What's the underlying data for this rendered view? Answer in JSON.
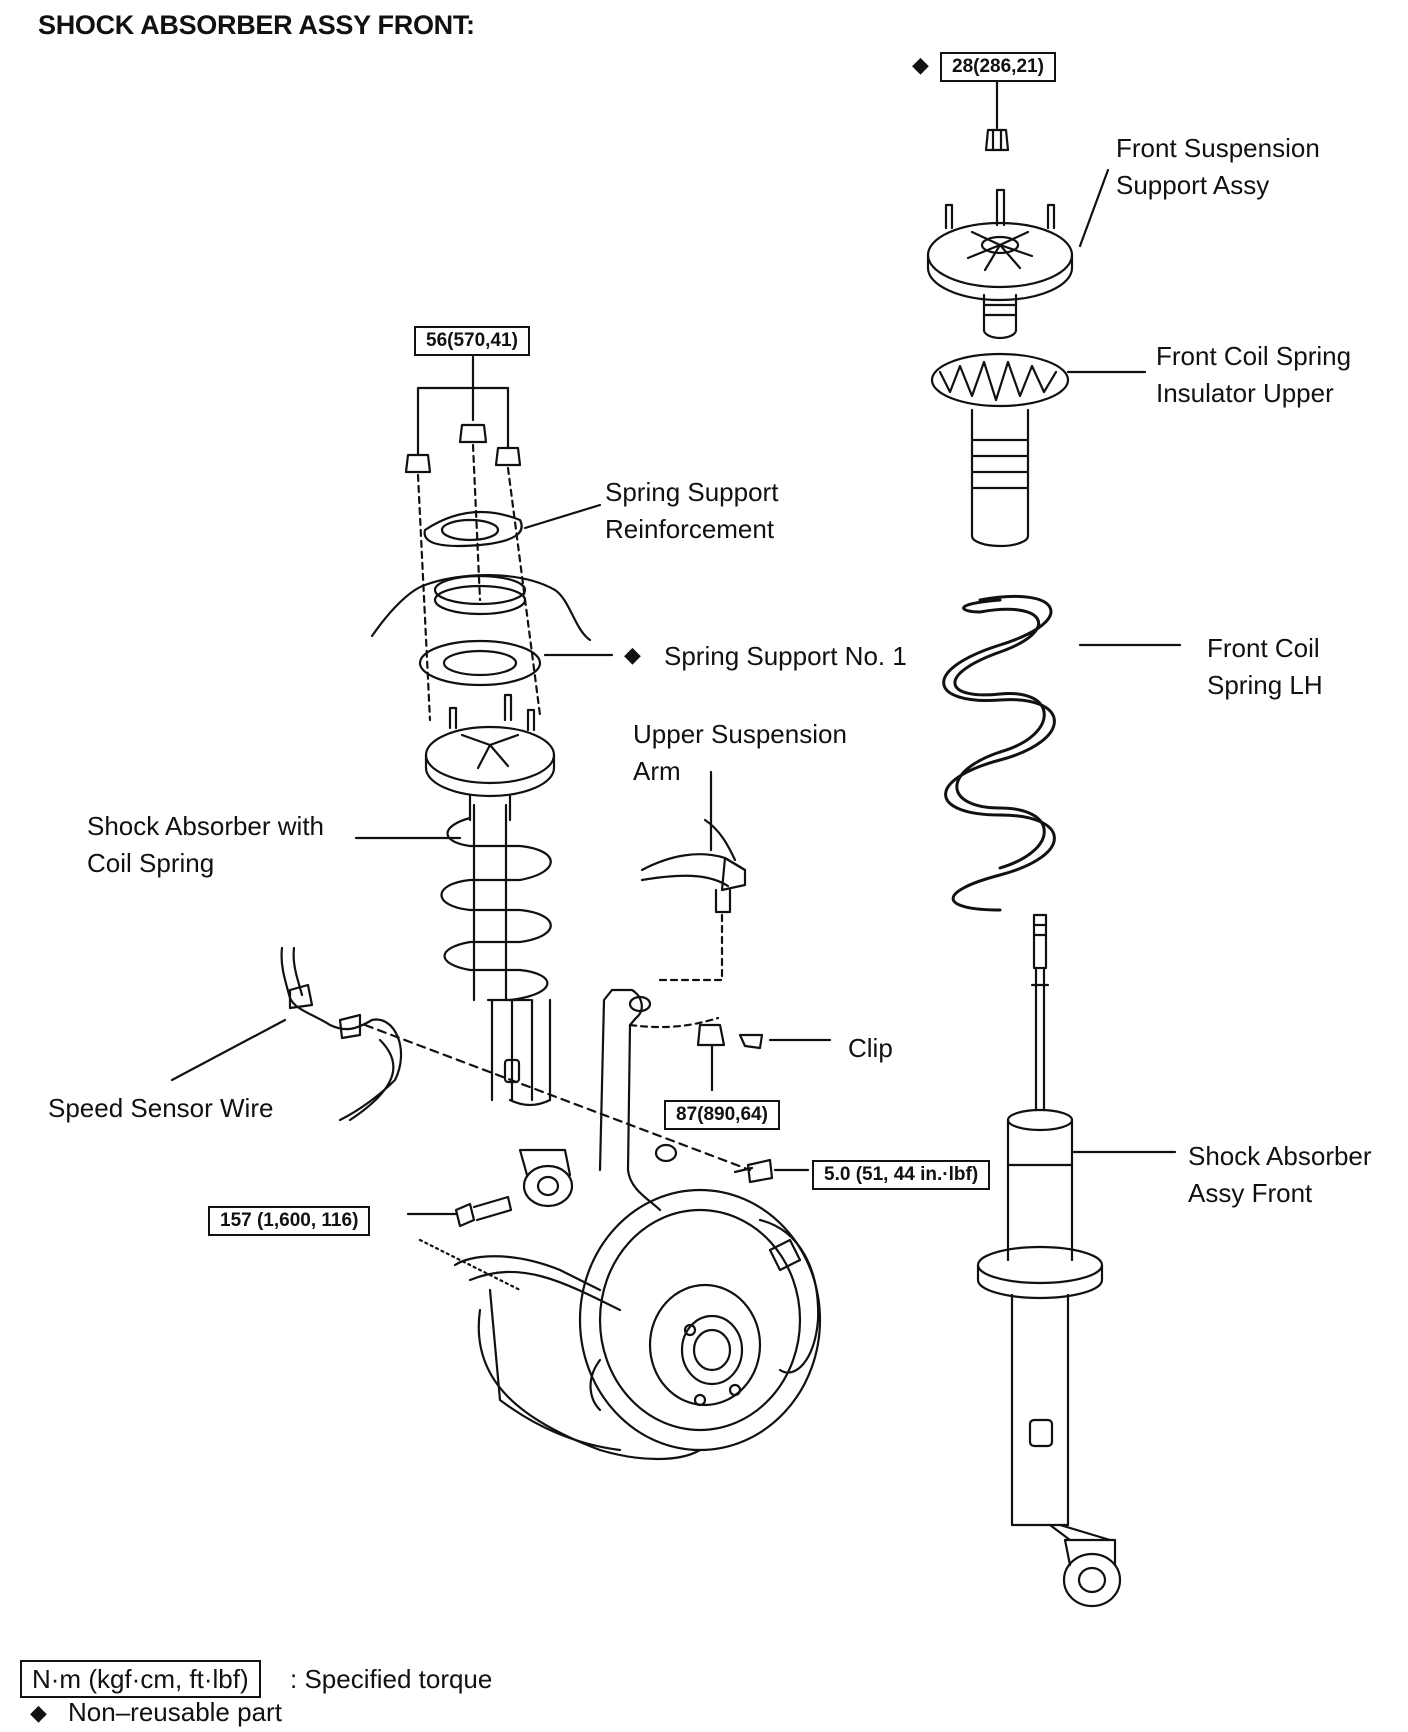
{
  "title": "SHOCK ABSORBER ASSY FRONT:",
  "labels": {
    "front_suspension_support": "Front Suspension\nSupport Assy",
    "front_coil_spring_insulator": "Front Coil Spring\nInsulator Upper",
    "spring_support_reinforcement": "Spring Support\nReinforcement",
    "spring_support_no1": "Spring Support No. 1",
    "upper_suspension_arm": "Upper Suspension\nArm",
    "front_coil_spring_lh": "Front Coil\nSpring LH",
    "shock_absorber_with_coil_spring": "Shock Absorber with\nCoil Spring",
    "clip": "Clip",
    "speed_sensor_wire": "Speed Sensor Wire",
    "shock_absorber_assy_front": "Shock Absorber\nAssy Front"
  },
  "torques": {
    "top_nut": "28(286,21)",
    "upper_mount_nuts": "56(570,41)",
    "arm_nut": "87(890,64)",
    "sensor_bolt": "5.0 (51, 44 in.·lbf)",
    "lower_bolt": "157 (1,600, 116)"
  },
  "symbols": {
    "diamond": "◆"
  },
  "legend": {
    "torque_box": "N·m (kgf·cm, ft·lbf)",
    "torque_text": ": Specified torque",
    "nonreusable_symbol": "◆",
    "nonreusable_text": "Non–reusable part"
  }
}
